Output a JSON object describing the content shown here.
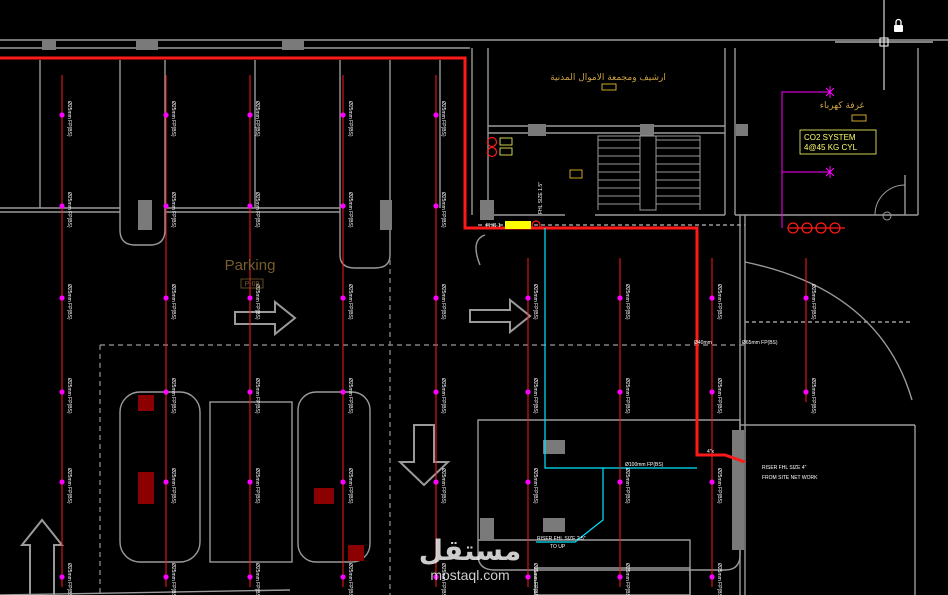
{
  "colors": {
    "background": "#000000",
    "wall": "#9a9a9a",
    "pipe_main": "#ff1a1a",
    "pipe_cyan": "#00e5ff",
    "sprinkler": "#ff00ff",
    "label_text": "#ffffff",
    "arabic_text": "#c8a040",
    "co2_text": "#ffff66"
  },
  "labels": {
    "room_archive": "ارشيف ومجمعة الاموال المدنية",
    "room_electric": "غرفة كهرباء",
    "parking": "Parking",
    "parking_code": "P-09",
    "co2_line1": "CO2 SYSTEM",
    "co2_line2": "4@45 KG CYL",
    "fhc": "FHC-1",
    "riser_left_1": "RISER FHL SIZE 2.5\"",
    "riser_left_2": "TO UP",
    "riser_right_1": "RISER FHL SIZE 4\"",
    "riser_right_2": "FROM SITE NET WORK",
    "pipe_100": "Ø100mm FP(BS)",
    "pipe_40": "Ø40mm",
    "pipe_65": "Ø65mm FP(BS)",
    "fhl_size": "FHL SIZE 1.5\"",
    "sprinkler_tag": "Ø25mm FP(BS)",
    "small_pipe_tag": "4\"x",
    "watermark_arabic": "مستقل",
    "watermark_url": "mostaql.com"
  },
  "icons": {
    "lock": "lock-icon",
    "crosshair": "crosshair-cursor-icon",
    "arrow_right": "arrow-right-icon",
    "arrow_down": "arrow-down-icon",
    "arrow_up": "arrow-up-icon",
    "extinguisher": "fire-extinguisher-icon",
    "cylinder": "co2-cylinder-icon",
    "door": "door-swing-icon"
  }
}
